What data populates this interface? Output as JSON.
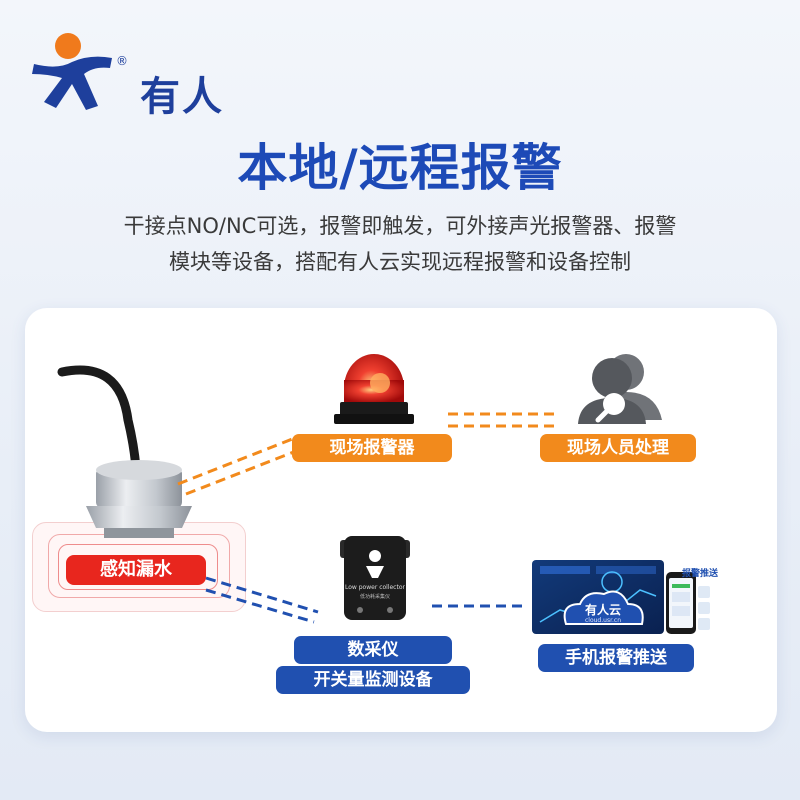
{
  "brand": {
    "name": "有人",
    "reg_mark": "®"
  },
  "title": "本地/远程报警",
  "subtitle_line1": "干接点NO/NC可选，报警即触发，可外接声光报警器、报警",
  "subtitle_line2": "模块等设备，搭配有人云实现远程报警和设备控制",
  "labels": {
    "sensor": "感知漏水",
    "alarm": "现场报警器",
    "staff": "现场人员处理",
    "collector": "数采仪",
    "switch_device": "开关量监测设备",
    "push": "手机报警推送"
  },
  "device": {
    "collector_text": "Low power collector",
    "collector_sub": "低功耗采集仪"
  },
  "cloud": {
    "name": "有人云",
    "url": "cloud.usr.cn"
  },
  "phone_badge": "报警推送",
  "colors": {
    "brand_blue": "#1e3f9c",
    "title_blue": "#1d4ab7",
    "orange": "#f28a1c",
    "blue": "#2050b0",
    "red": "#e8261e"
  }
}
